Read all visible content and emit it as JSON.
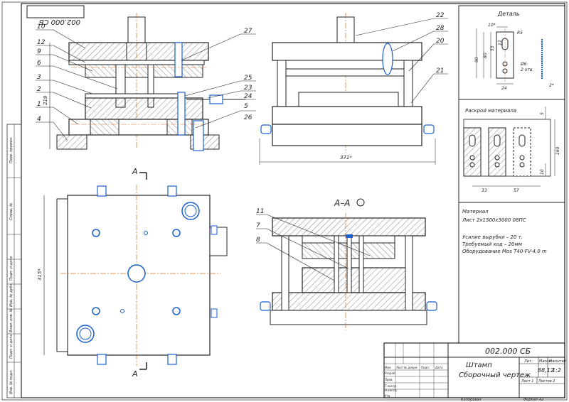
{
  "stamp": {
    "designation": "002.000 СБ",
    "designation_mirrored": "002.000 СБ",
    "name_line1": "Штамп",
    "name_line2": "Сборочный чертеж",
    "mass": "88,12",
    "scale": "1:2",
    "sheet": "Лист 1",
    "sheets": "Листов 2",
    "col_lit": "Лит.",
    "col_mass": "Масса",
    "col_scale": "Масштаб",
    "rows": [
      "Изм.",
      "Лист",
      "№ докум.",
      "Подп.",
      "Дата"
    ],
    "roles": [
      "Разраб.",
      "Пров.",
      "Т.контр.",
      "",
      "Н.контр.",
      "Утв."
    ],
    "copied": "Копировал",
    "format": "Формат  А2"
  },
  "side_strip": [
    "Перв. примен.",
    "Справ. №",
    "Подп. и дата",
    "Инв. № дубл.",
    "Взам. инв. №",
    "Подп. и дата",
    "Инв. № подл."
  ],
  "detail": {
    "title": "Деталь",
    "dims": [
      "10*",
      "R5",
      "55",
      "80",
      "90",
      "Ø6",
      "2 отв.",
      "24",
      "2*",
      "12"
    ]
  },
  "layout": {
    "title": "Раскрой материала",
    "dims": [
      "5",
      "160",
      "10",
      "33",
      "57"
    ]
  },
  "notes": [
    "Материал",
    "Лист 2х1500х3000 08ПС",
    "Усилие вырубки – 20 т.",
    "Требуемый ход – 20мм",
    "Оборудование Mos T40-FV-4,0 m"
  ],
  "section_label": "А–А",
  "cut_mark": "А",
  "dims_main": [
    "219",
    "371*",
    "315*"
  ],
  "callouts": [
    "10",
    "12",
    "9",
    "6",
    "3",
    "2",
    "1",
    "4",
    "27",
    "25",
    "23",
    "24",
    "5",
    "26",
    "22",
    "28",
    "20",
    "21",
    "11",
    "7",
    "8"
  ]
}
